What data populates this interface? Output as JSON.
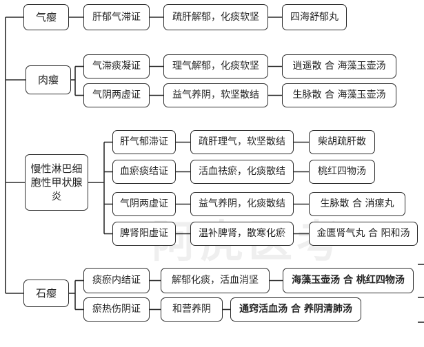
{
  "root": "",
  "categories": [
    {
      "label": "气瘿",
      "rows": [
        {
          "syndrome": "肝郁气滞证",
          "treatment": "疏肝解郁，化痰软坚",
          "formula": "四海舒郁丸"
        }
      ]
    },
    {
      "label": "肉瘿",
      "rows": [
        {
          "syndrome": "气滞痰凝证",
          "treatment": "理气解郁，化痰软坚",
          "formula": "逍遥散 合 海藻玉壶汤"
        },
        {
          "syndrome": "气阴两虚证",
          "treatment": "益气养阴，软坚散结",
          "formula": "生脉散 合 海藻玉壶汤"
        }
      ]
    },
    {
      "label": "慢性淋巴细胞性甲状腺炎",
      "rows": [
        {
          "syndrome": "肝气郁滞证",
          "treatment": "疏肝理气，软坚散结",
          "formula": "柴胡疏肝散"
        },
        {
          "syndrome": "血瘀痰结证",
          "treatment": "活血祛瘀，化痰散结",
          "formula": "桃红四物汤"
        },
        {
          "syndrome": "气阴两虚证",
          "treatment": "益气养阴，化痰散结",
          "formula": "生脉散 合 消瘰丸"
        },
        {
          "syndrome": "脾肾阳虚证",
          "treatment": "温补脾肾，散寒化瘀",
          "formula": "金匮肾气丸 合 阳和汤"
        }
      ]
    },
    {
      "label": "石瘿",
      "rows": [
        {
          "syndrome": "痰瘀内结证",
          "treatment": "解郁化痰，活血消坚",
          "formula": "海藻玉壶汤 合 桃红四物汤"
        },
        {
          "syndrome": "瘀热伤阴证",
          "treatment": "和营养阴",
          "formula": "通窍活血汤 合 养阴清肺汤"
        }
      ]
    }
  ],
  "colors": {
    "border": "#2b2b2b",
    "background": "#ffffff",
    "text": "#222222"
  }
}
